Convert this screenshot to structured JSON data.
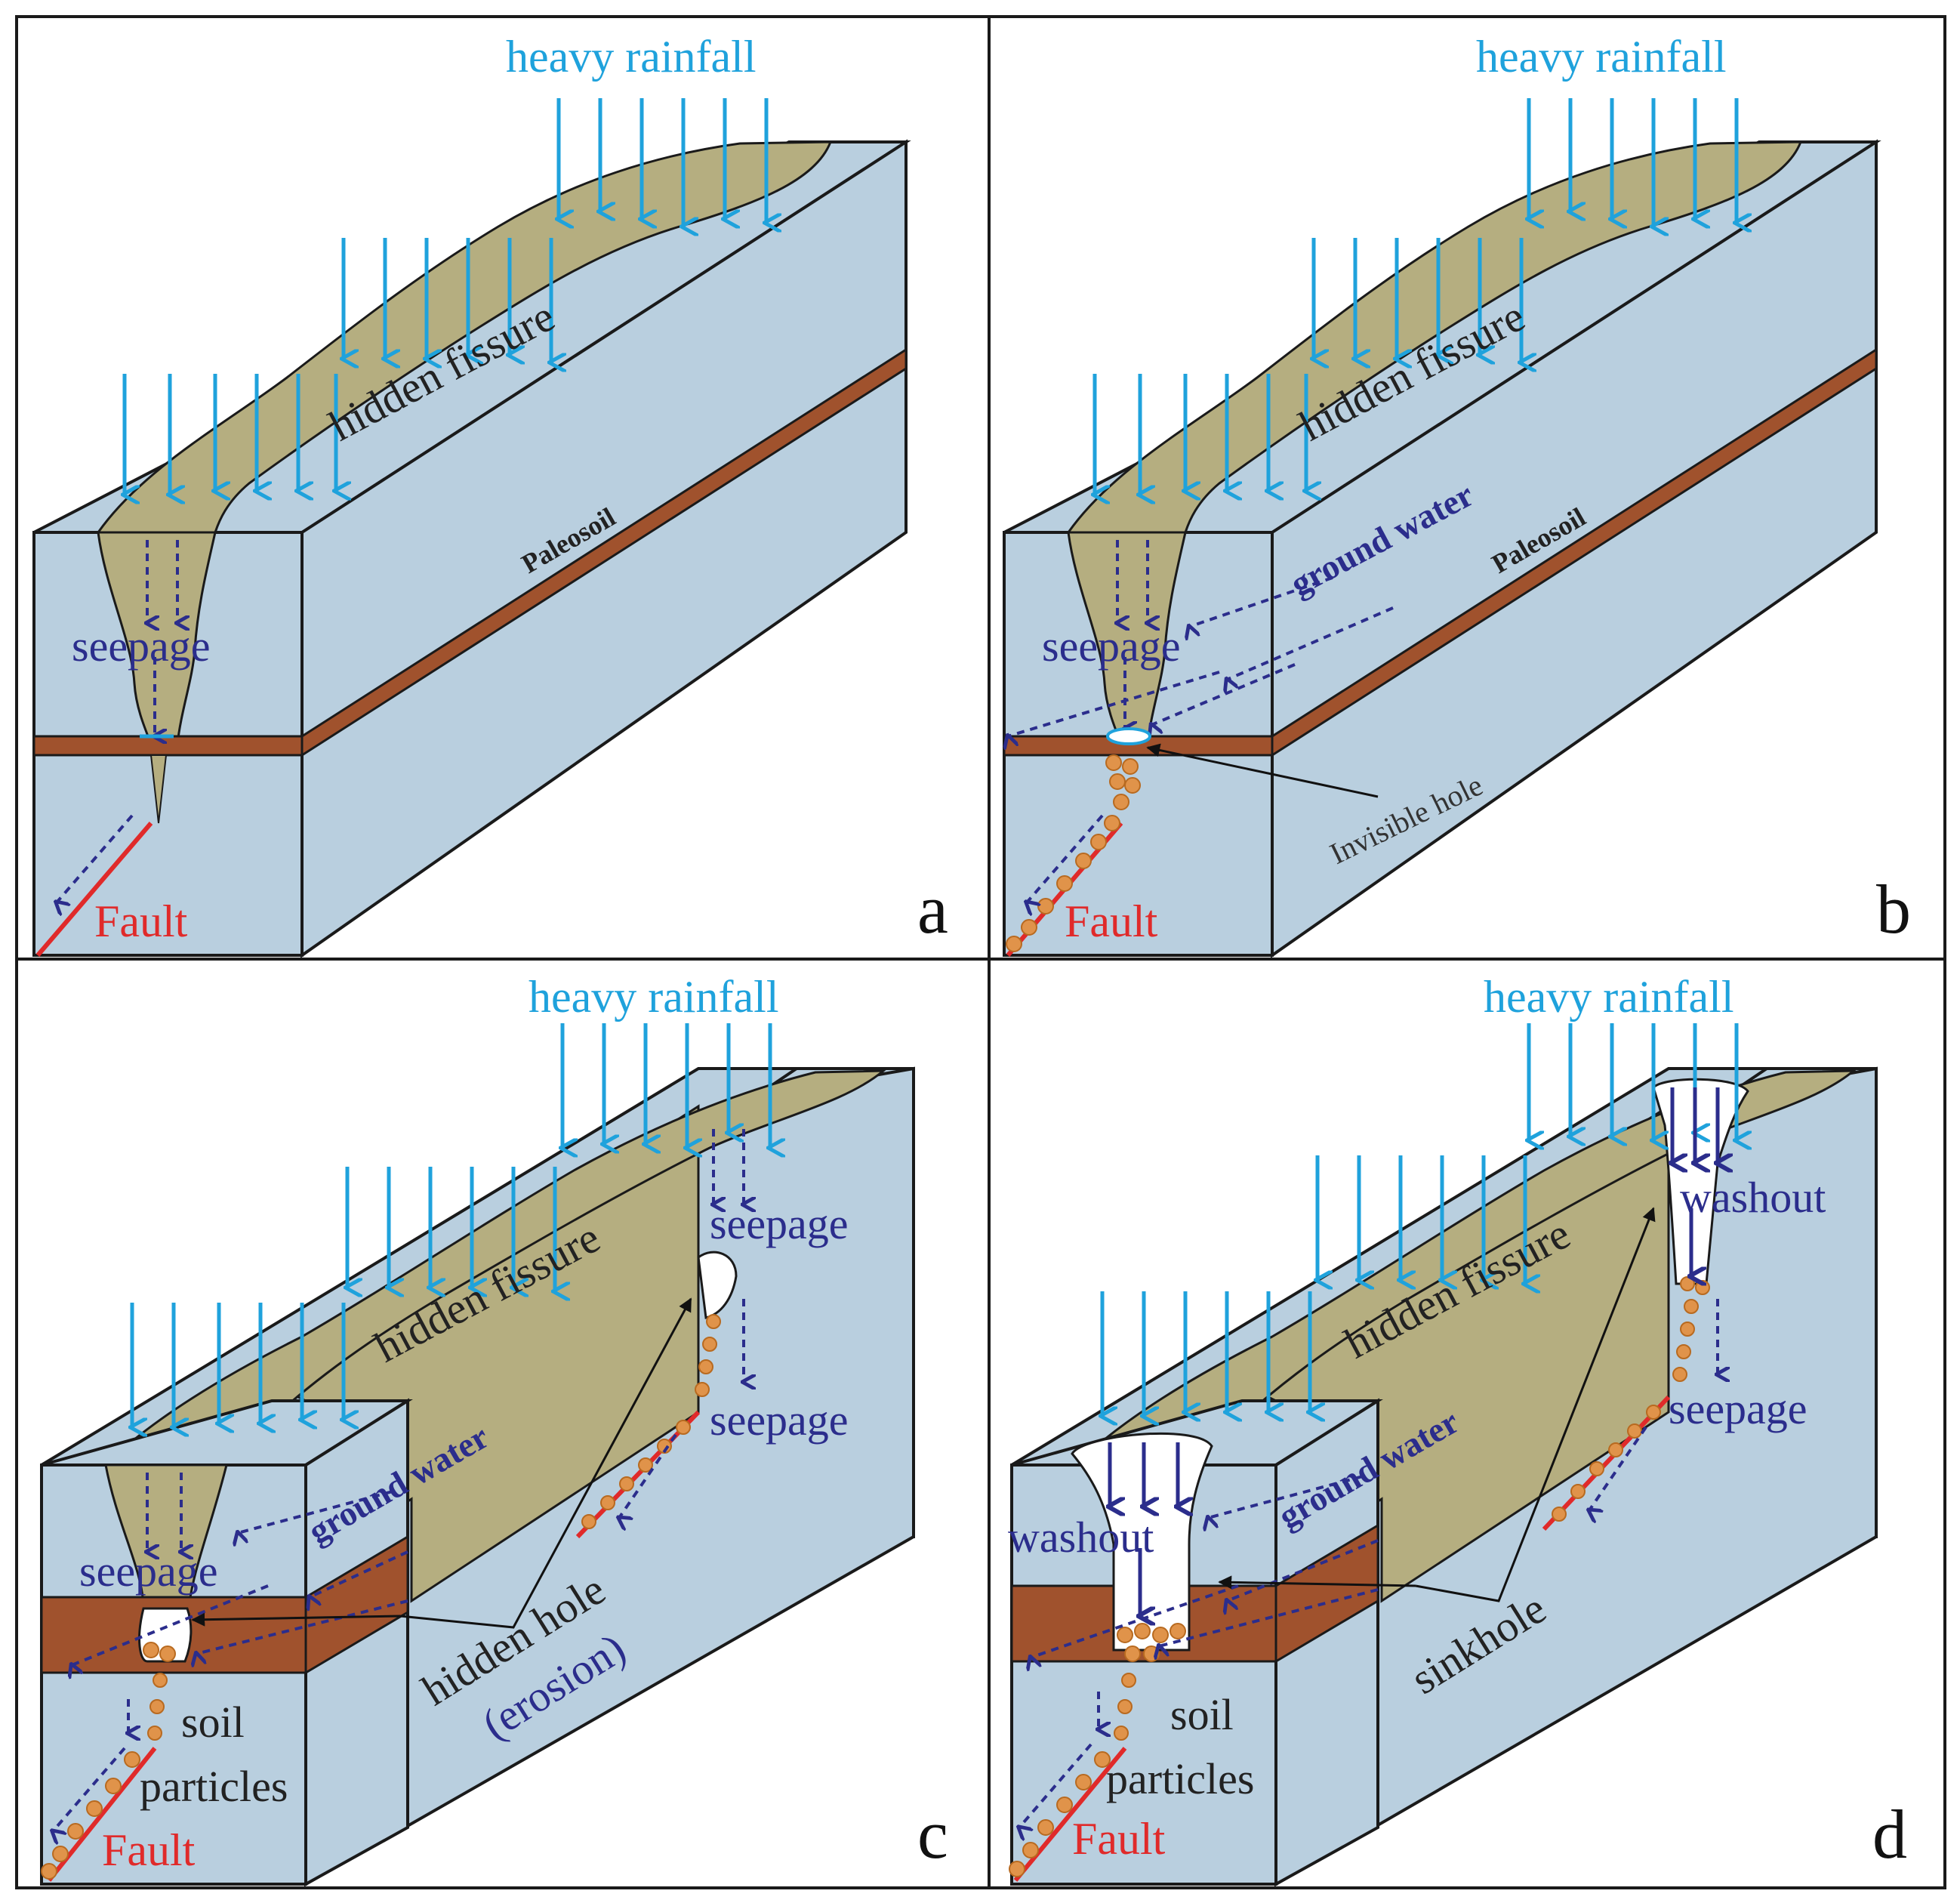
{
  "palette": {
    "block": "#b9cfdf",
    "fissure": "#b5ae80",
    "paleosoil": "#a0522d",
    "rain": "#1fa2dc",
    "seepage": "#2b2d8c",
    "fault": "#e02a2a",
    "particles": "#e0934a",
    "outline": "#1a1a1a"
  },
  "panels": [
    {
      "letter": "a",
      "labels": {
        "rainfall": "heavy rainfall",
        "fissure": "hidden fissure",
        "paleosoil": "Paleosoil",
        "seepage": "seepage",
        "fault": "Fault"
      }
    },
    {
      "letter": "b",
      "labels": {
        "rainfall": "heavy rainfall",
        "fissure": "hidden fissure",
        "ground_water": "ground water",
        "paleosoil": "Paleosoil",
        "seepage": "seepage",
        "invisible_hole": "Invisible hole",
        "fault": "Fault"
      }
    },
    {
      "letter": "c",
      "labels": {
        "rainfall": "heavy rainfall",
        "fissure": "hidden fissure",
        "ground_water": "ground water",
        "seepage_left": "seepage",
        "seepage_right_top": "seepage",
        "seepage_right_bottom": "seepage",
        "hidden_hole": "hidden hole",
        "erosion": "(erosion)",
        "soil": "soil",
        "particles": "particles",
        "fault": "Fault"
      }
    },
    {
      "letter": "d",
      "labels": {
        "rainfall": "heavy rainfall",
        "fissure": "hidden fissure",
        "ground_water": "ground water",
        "washout_left": "washout",
        "washout_right": "washout",
        "seepage": "seepage",
        "sinkhole": "sinkhole",
        "soil": "soil",
        "particles": "particles",
        "fault": "Fault"
      }
    }
  ]
}
